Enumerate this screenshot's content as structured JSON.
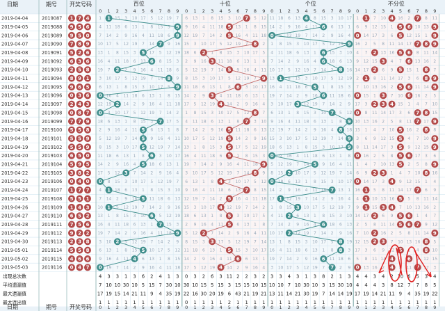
{
  "header": {
    "date": "日期",
    "period": "期号",
    "draw": "开奖号码",
    "hundreds": "百位",
    "tens": "十位",
    "units": "个位",
    "unsorted": "不分位",
    "digits": [
      "0",
      "1",
      "2",
      "3",
      "4",
      "5",
      "6",
      "7",
      "8",
      "9"
    ]
  },
  "colors": {
    "teal": "#3f8e8c",
    "red": "#b24a4a",
    "grid": "#d3e6f2",
    "header_bg": "#eaf2f8"
  },
  "chart_data": {
    "type": "table",
    "rows": [
      {
        "date": "2019-04-04",
        "period": "2019087",
        "nums": [
          1,
          7,
          4
        ]
      },
      {
        "date": "2019-04-05",
        "period": "2019088",
        "nums": [
          9,
          5,
          6
        ]
      },
      {
        "date": "2019-04-06",
        "period": "2019089",
        "nums": [
          9,
          5,
          0
        ]
      },
      {
        "date": "2019-04-07",
        "period": "2019090",
        "nums": [
          7,
          8,
          9
        ]
      },
      {
        "date": "2019-04-08",
        "period": "2019091",
        "nums": [
          5,
          2,
          6
        ]
      },
      {
        "date": "2019-04-09",
        "period": "2019092",
        "nums": [
          6,
          3,
          6
        ]
      },
      {
        "date": "2019-04-10",
        "period": "2019093",
        "nums": [
          2,
          5,
          8
        ]
      },
      {
        "date": "2019-04-11",
        "period": "2019094",
        "nums": [
          8,
          9,
          1
        ]
      },
      {
        "date": "2019-04-12",
        "period": "2019095",
        "nums": [
          9,
          6,
          5
        ]
      },
      {
        "date": "2019-04-13",
        "period": "2019096",
        "nums": [
          0,
          3,
          6
        ]
      },
      {
        "date": "2019-04-14",
        "period": "2019097",
        "nums": [
          2,
          4,
          3
        ]
      },
      {
        "date": "2019-04-15",
        "period": "2019098",
        "nums": [
          0,
          8,
          7
        ]
      },
      {
        "date": "2019-04-16",
        "period": "2019099",
        "nums": [
          7,
          7,
          9
        ]
      },
      {
        "date": "2019-04-17",
        "period": "2019100",
        "nums": [
          5,
          5,
          8
        ]
      },
      {
        "date": "2019-04-18",
        "period": "2019101",
        "nums": [
          5,
          5,
          9
        ]
      },
      {
        "date": "2019-04-19",
        "period": "2019102",
        "nums": [
          5,
          5,
          9
        ]
      },
      {
        "date": "2019-04-20",
        "period": "2019103",
        "nums": [
          6,
          5,
          0
        ]
      },
      {
        "date": "2019-04-21",
        "period": "2019104",
        "nums": [
          5,
          9,
          5
        ]
      },
      {
        "date": "2019-04-22",
        "period": "2019105",
        "nums": [
          3,
          8,
          2
        ]
      },
      {
        "date": "2019-04-23",
        "period": "2019106",
        "nums": [
          0,
          4,
          0
        ]
      },
      {
        "date": "2019-04-24",
        "period": "2019107",
        "nums": [
          1,
          7,
          7
        ]
      },
      {
        "date": "2019-04-25",
        "period": "2019108",
        "nums": [
          5,
          5,
          1
        ]
      },
      {
        "date": "2019-04-26",
        "period": "2019109",
        "nums": [
          1,
          4,
          3
        ]
      },
      {
        "date": "2019-04-27",
        "period": "2019110",
        "nums": [
          6,
          5,
          2
        ]
      },
      {
        "date": "2019-04-28",
        "period": "2019111",
        "nums": [
          7,
          5,
          6
        ]
      },
      {
        "date": "2019-04-29",
        "period": "2019112",
        "nums": [
          9,
          2,
          2
        ]
      },
      {
        "date": "2019-04-30",
        "period": "2019113",
        "nums": [
          2,
          3,
          8
        ]
      },
      {
        "date": "2019-05-01",
        "period": "2019114",
        "nums": [
          5,
          5,
          8
        ]
      },
      {
        "date": "2019-05-02",
        "period": "2019115",
        "nums": [
          4,
          6,
          6
        ]
      },
      {
        "date": "2019-05-03",
        "period": "2019116",
        "nums": [
          0,
          4,
          7
        ]
      }
    ],
    "stats": [
      {
        "label": "出现总次数",
        "values": [
          4,
          3,
          3,
          1,
          3,
          6,
          2,
          4,
          1,
          3,
          0,
          3,
          2,
          6,
          3,
          11,
          2,
          2,
          3,
          2,
          3,
          3,
          4,
          3,
          1,
          3,
          8,
          2,
          1,
          3,
          4,
          4,
          3,
          4,
          2,
          10,
          6,
          5,
          3,
          4
        ]
      },
      {
        "label": "平均遗漏值",
        "values": [
          7,
          10,
          10,
          30,
          10,
          5,
          15,
          7,
          30,
          10,
          30,
          10,
          15,
          5,
          15,
          3,
          15,
          15,
          10,
          15,
          10,
          10,
          7,
          10,
          30,
          10,
          3,
          15,
          30,
          10,
          4,
          4,
          4,
          3,
          8,
          12,
          7,
          7,
          8,
          5
        ]
      },
      {
        "label": "最大遗漏值",
        "values": [
          17,
          19,
          15,
          14,
          21,
          11,
          9,
          4,
          35,
          19,
          22,
          16,
          30,
          20,
          19,
          6,
          43,
          21,
          19,
          21,
          13,
          11,
          14,
          21,
          30,
          19,
          7,
          14,
          14,
          19,
          17,
          19,
          14,
          21,
          11,
          9,
          4,
          35,
          19,
          22
        ]
      },
      {
        "label": "最大连出值",
        "values": [
          1,
          1,
          1,
          1,
          1,
          1,
          1,
          1,
          1,
          1,
          0,
          1,
          1,
          1,
          1,
          2,
          1,
          1,
          1,
          1,
          1,
          1,
          1,
          1,
          1,
          1,
          1,
          1,
          1,
          1,
          1,
          1,
          1,
          1,
          1,
          1,
          1,
          1,
          1,
          1
        ]
      }
    ]
  }
}
